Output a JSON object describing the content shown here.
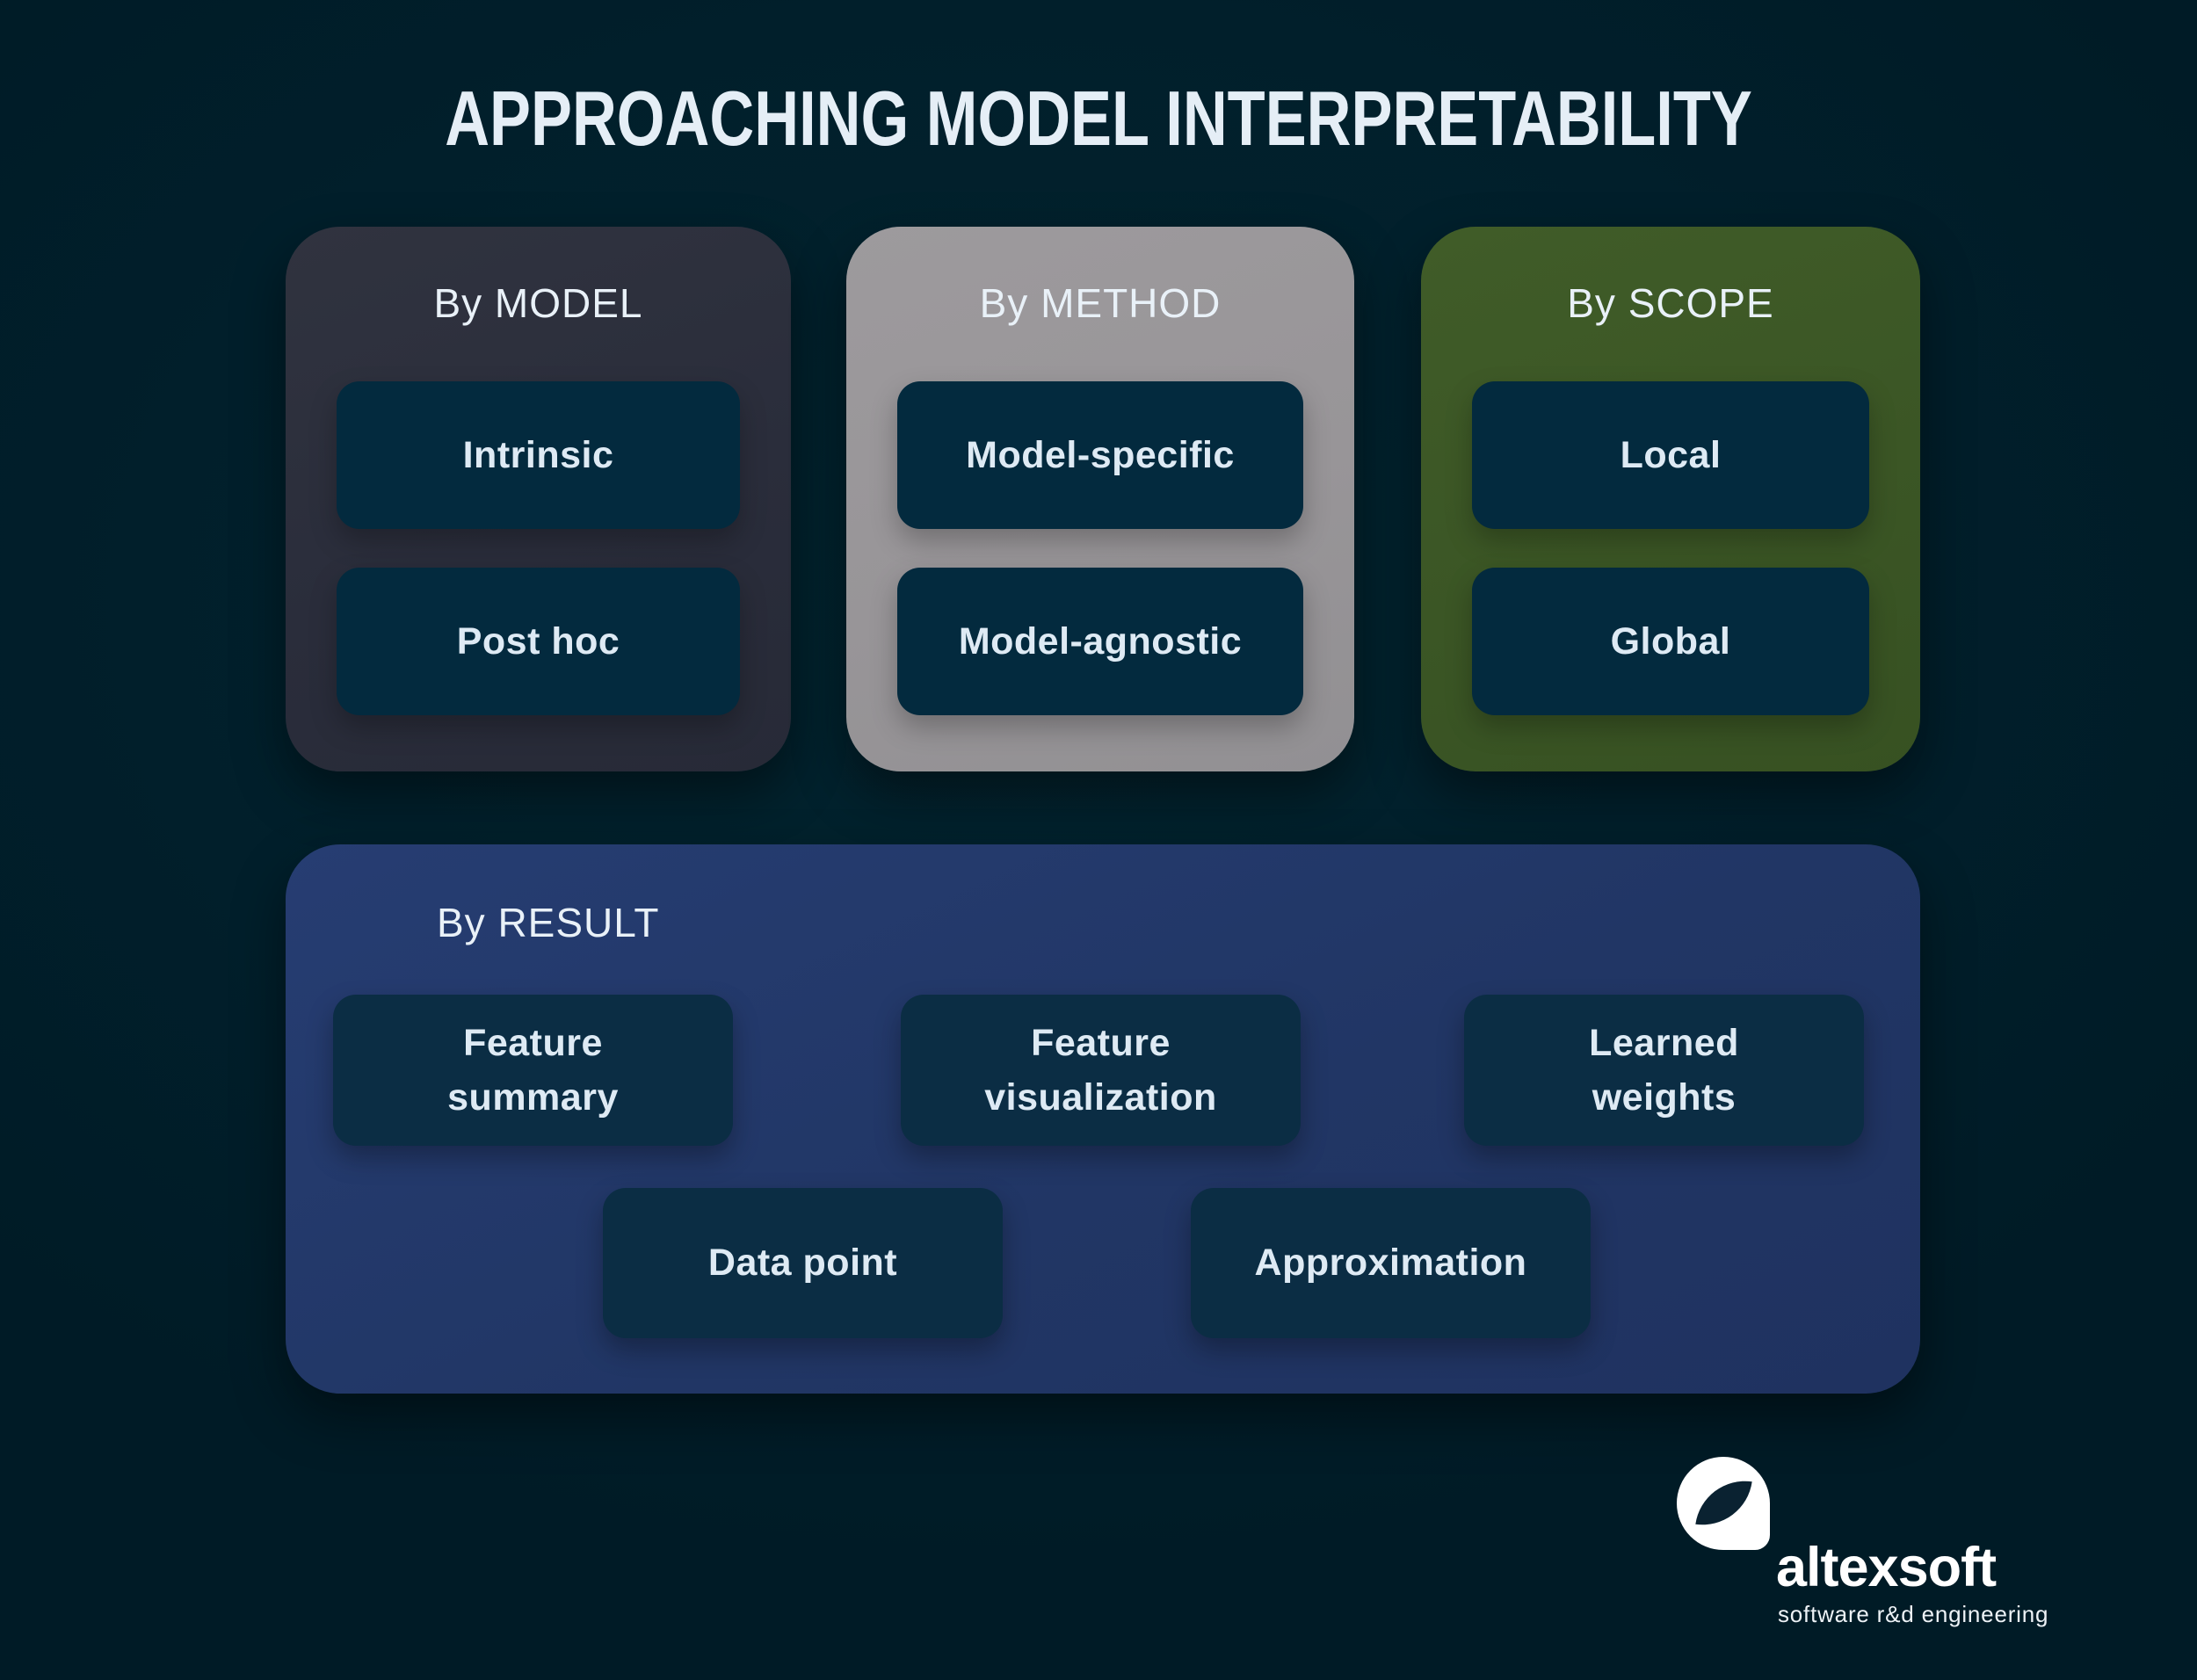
{
  "title": "APPROACHING MODEL INTERPRETABILITY",
  "cards": [
    {
      "label": "By MODEL",
      "items": [
        "Intrinsic",
        "Post hoc"
      ]
    },
    {
      "label": "By METHOD",
      "items": [
        "Model-specific",
        "Model-agnostic"
      ]
    },
    {
      "label": "By SCOPE",
      "items": [
        "Local",
        "Global"
      ]
    }
  ],
  "result": {
    "label": "By RESULT",
    "row1": [
      "Feature summary",
      "Feature visualization",
      "Learned weights"
    ],
    "row2": [
      "Data point",
      "Approximation"
    ]
  },
  "logo": {
    "brand": "altexsoft",
    "tagline": "software r&d engineering",
    "mark_icon": "altexsoft-s-swoosh"
  },
  "colors": {
    "background": "#011F2B",
    "card_model": "#2B2E3C",
    "card_method": "#989598",
    "card_scope": "#3B5625",
    "card_result": "#213665",
    "chip_dark_navy": "#032A3E",
    "chip_result_navy": "#0B2D44",
    "text_light": "#E5EEF6",
    "logo_white": "#FFFFFF"
  }
}
